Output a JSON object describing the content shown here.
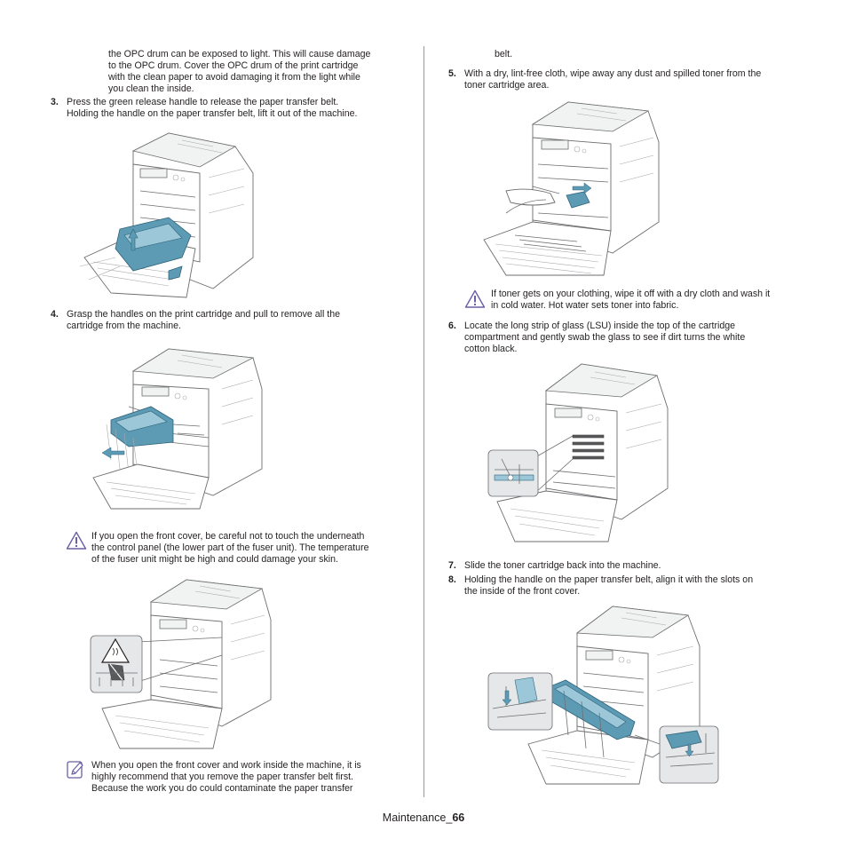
{
  "left_column": {
    "intro_lines": [
      "the OPC drum can be exposed to light. This will cause damage",
      "to the OPC drum. Cover the OPC drum of the print cartridge",
      "with the clean paper to avoid damaging it from the light while",
      "you clean the inside."
    ],
    "step3": {
      "number": "3.",
      "lines": [
        "Press the green release handle to release the paper transfer belt.",
        "Holding the handle on the paper transfer belt, lift it out of the machine."
      ]
    },
    "step4": {
      "number": "4.",
      "lines": [
        "Grasp the handles on the print cartridge and pull to remove all the",
        "cartridge from the machine."
      ]
    },
    "caution1_lines": [
      "If you open the front cover, be careful not to touch the underneath",
      "the control panel (the lower part of the fuser unit). The temperature",
      "of the fuser unit might be high and could damage your skin."
    ],
    "note_lines": [
      "When you open the front cover and work inside the machine, it is",
      "highly recommend that you remove the paper transfer belt first.",
      "Because the work you do could contaminate the paper transfer"
    ]
  },
  "right_column": {
    "continuation": "belt.",
    "step5": {
      "number": "5.",
      "lines": [
        "With a dry, lint-free cloth, wipe away any dust and spilled toner from the",
        "toner cartridge area."
      ]
    },
    "caution2_lines": [
      "If toner gets on your clothing, wipe it off with a dry cloth and wash it",
      "in cold water. Hot water sets toner into fabric."
    ],
    "step6": {
      "number": "6.",
      "lines": [
        "Locate the long strip of glass (LSU) inside the top of the cartridge",
        "compartment and gently swab the glass to see if dirt turns the white",
        "cotton black."
      ]
    },
    "step7": {
      "number": "7.",
      "lines": [
        "Slide the toner cartridge back into the machine."
      ]
    },
    "step8": {
      "number": "8.",
      "lines": [
        "Holding the handle on the paper transfer belt, align it with the slots on",
        "the inside of the front cover."
      ]
    }
  },
  "footer": {
    "section": "Maintenance_",
    "page": "66"
  },
  "icons": {
    "caution": "caution-triangle-icon",
    "note": "note-pencil-icon"
  },
  "colors": {
    "accent_blue": "#5d9bb5",
    "note_purple": "#6b5fa5",
    "divider": "#9a9a9a"
  }
}
